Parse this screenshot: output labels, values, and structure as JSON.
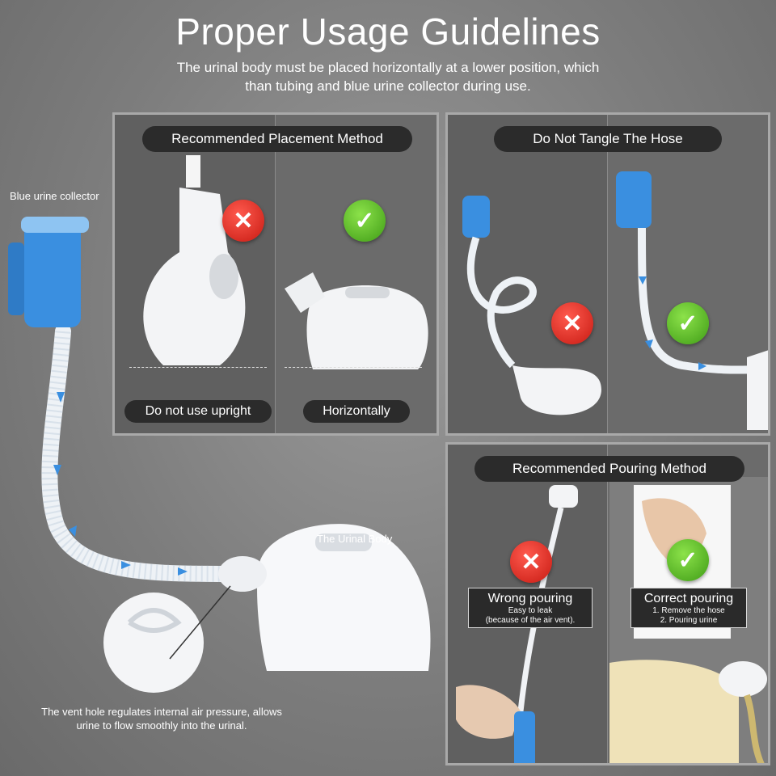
{
  "header": {
    "title": "Proper Usage Guidelines",
    "subtitle_line1": "The urinal body must be placed horizontally at a lower position, which",
    "subtitle_line2": "than tubing and blue urine collector during use."
  },
  "labels": {
    "blue_collector": "Blue urine collector",
    "urinal_body": "The Urinal Body",
    "vent_line1": "The vent hole regulates internal air pressure, allows",
    "vent_line2": "urine to flow smoothly into the urinal."
  },
  "placement_panel": {
    "heading": "Recommended Placement Method",
    "left_caption": "Do not use upright",
    "right_caption": "Horizontally"
  },
  "hose_panel": {
    "heading": "Do Not Tangle The Hose"
  },
  "pouring_panel": {
    "heading": "Recommended Pouring Method",
    "wrong_title": "Wrong pouring",
    "wrong_sub1": "Easy to leak",
    "wrong_sub2": "(because of the air vent).",
    "correct_title": "Correct pouring",
    "correct_sub1": "1. Remove the hose",
    "correct_sub2": "2. Pouring urine"
  },
  "icons": {
    "wrong": "x-icon",
    "right": "check-icon"
  },
  "colors": {
    "wrong": "#d9241b",
    "right": "#5cc02a",
    "collector_blue": "#3a8fe0",
    "arrow_blue": "#3a8fe0"
  }
}
